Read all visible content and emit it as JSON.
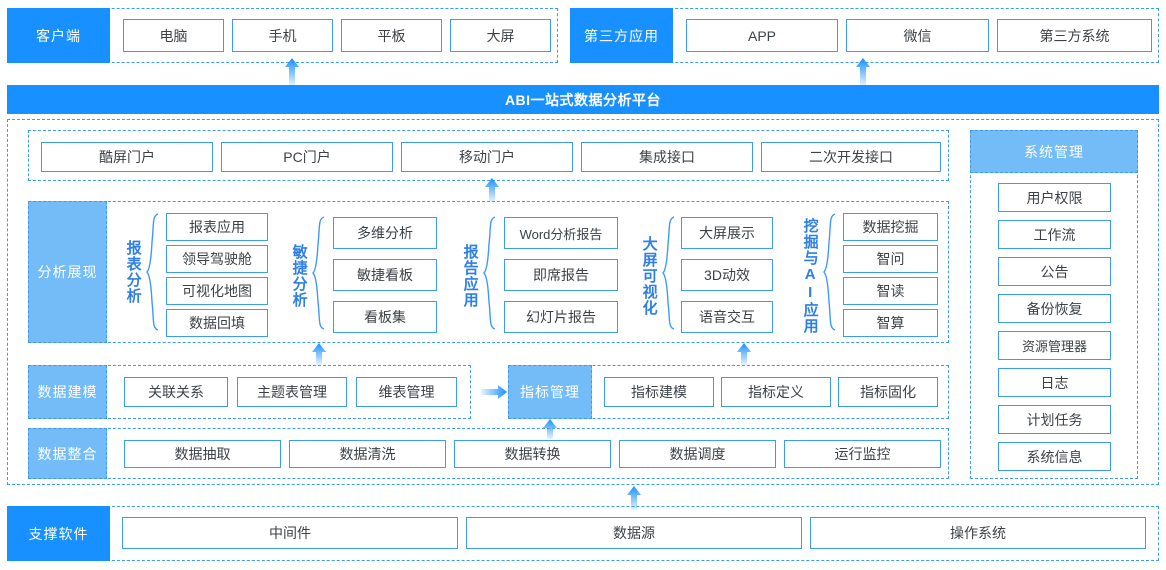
{
  "colors": {
    "primary": "#1890ff",
    "light_blue": "#74bcf7",
    "border_blue": "#3d9bf7",
    "caption_blue": "#2f7fe8",
    "text": "#3c4248",
    "white": "#ffffff"
  },
  "rows": {
    "client": {
      "label": "客户端",
      "items": [
        "电脑",
        "手机",
        "平板",
        "大屏"
      ]
    },
    "third_party": {
      "label": "第三方应用",
      "items": [
        "APP",
        "微信",
        "第三方系统"
      ]
    },
    "platform": {
      "title": "ABI一站式数据分析平台"
    },
    "portal": {
      "items": [
        "酷屏门户",
        "PC门户",
        "移动门户",
        "集成接口",
        "二次开发接口"
      ]
    },
    "analysis": {
      "label": "分析展现",
      "groups": [
        {
          "caption": "报表分析",
          "items": [
            "报表应用",
            "领导驾驶舱",
            "可视化地图",
            "数据回填"
          ]
        },
        {
          "caption": "敏捷分析",
          "items": [
            "多维分析",
            "敏捷看板",
            "看板集"
          ]
        },
        {
          "caption": "报告应用",
          "items": [
            "Word分析报告",
            "即席报告",
            "幻灯片报告"
          ]
        },
        {
          "caption": "大屏可视化",
          "items": [
            "大屏展示",
            "3D动效",
            "语音交互"
          ]
        },
        {
          "caption": "挖掘与AI应用",
          "items": [
            "数据挖掘",
            "智问",
            "智读",
            "智算"
          ]
        }
      ]
    },
    "modeling": {
      "label": "数据建模",
      "items": [
        "关联关系",
        "主题表管理",
        "维表管理"
      ],
      "metric_label": "指标管理",
      "metric_items": [
        "指标建模",
        "指标定义",
        "指标固化"
      ]
    },
    "integration": {
      "label": "数据整合",
      "items": [
        "数据抽取",
        "数据清洗",
        "数据转换",
        "数据调度",
        "运行监控"
      ]
    },
    "system": {
      "label": "系统管理",
      "items": [
        "用户权限",
        "工作流",
        "公告",
        "备份恢复",
        "资源管理器",
        "日志",
        "计划任务",
        "系统信息"
      ]
    },
    "support": {
      "label": "支撑软件",
      "items": [
        "中间件",
        "数据源",
        "操作系统"
      ]
    }
  },
  "icons": {
    "up_arrow": "arrow-up-icon",
    "right_arrow": "arrow-right-icon",
    "brace": "curly-brace-icon"
  }
}
